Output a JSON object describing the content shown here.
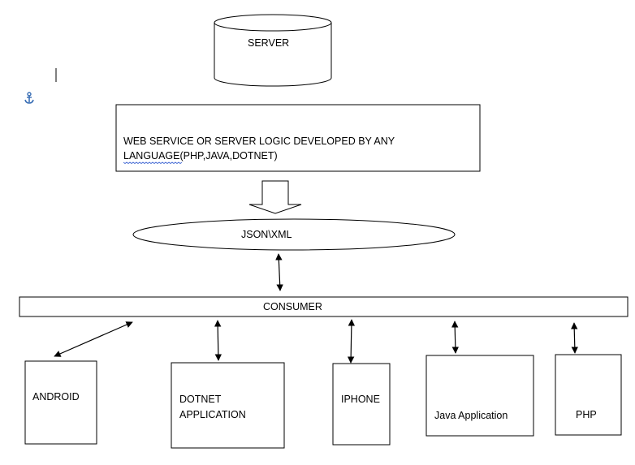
{
  "server": {
    "label": "SERVER"
  },
  "logic": {
    "line1": "WEB SERVICE OR SERVER LOGIC DEVELOPED BY ANY",
    "line2_word": "LANGUAGE",
    "line2_rest": "(PHP,JAVA,DOTNET)"
  },
  "format": {
    "label": "JSON\\XML"
  },
  "consumer": {
    "label": "CONSUMER"
  },
  "clients": [
    {
      "line1": "ANDROID",
      "line2": ""
    },
    {
      "line1": "DOTNET",
      "line2": "APPLICATION"
    },
    {
      "line1": "IPHONE",
      "line2": ""
    },
    {
      "line1": "Java Application",
      "line2": ""
    },
    {
      "line1": "PHP",
      "line2": ""
    }
  ],
  "colors": {
    "stroke": "#000000",
    "anchor": "#3a6fb5",
    "spellcheck": "#4a6fd6"
  },
  "icons": {
    "anchor": "anchor-icon",
    "cursor": "text-cursor"
  }
}
